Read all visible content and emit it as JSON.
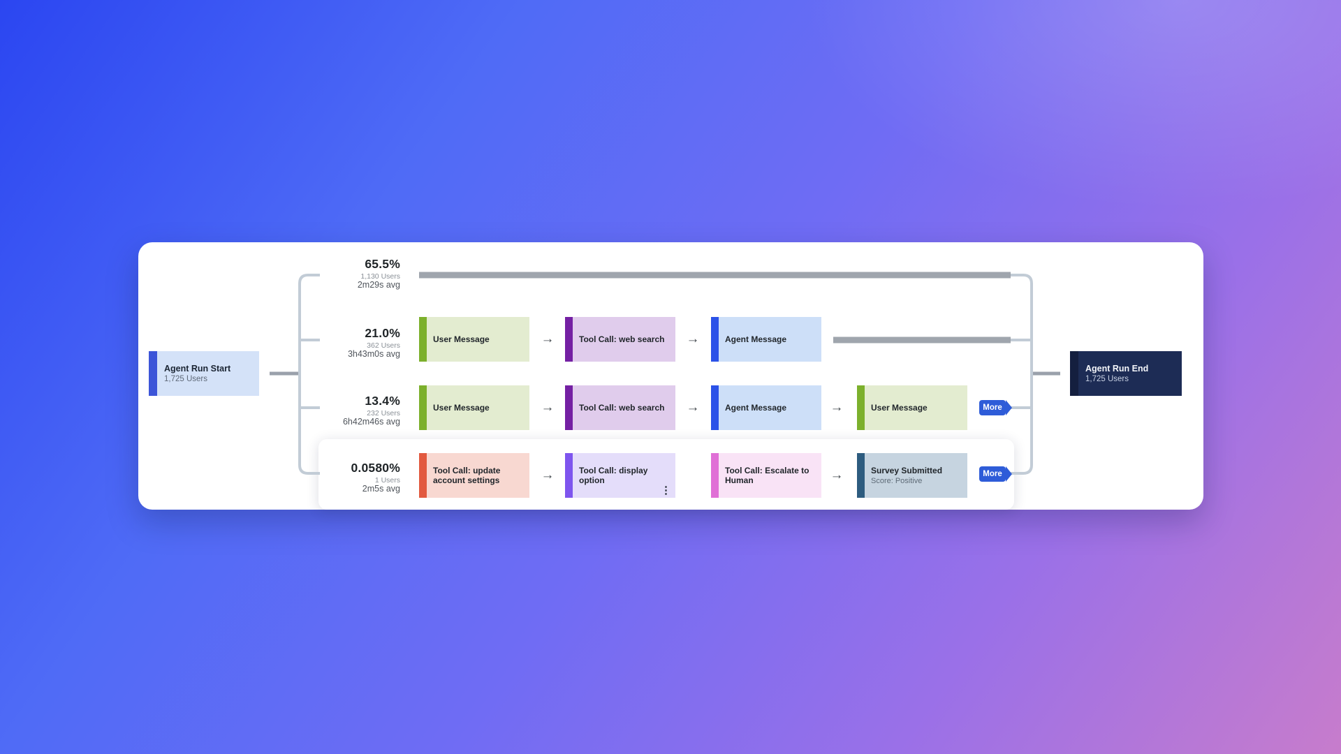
{
  "diagram": {
    "name": "agent-run-flow",
    "start_node": {
      "title": "Agent Run Start",
      "subtitle": "1,725 Users"
    },
    "end_node": {
      "title": "Agent Run End",
      "subtitle": "1,725 Users"
    },
    "more_label": "More",
    "arrow_glyph": "→",
    "overflow_menu_glyph": "⋮"
  },
  "rows": [
    {
      "percent": "65.5%",
      "users": "1,130 Users",
      "avg": "2m29s avg",
      "steps": []
    },
    {
      "percent": "21.0%",
      "users": "362 Users",
      "avg": "3h43m0s avg",
      "steps": [
        {
          "label": "User Message",
          "type": "user-message"
        },
        {
          "label": "Tool Call: web search",
          "type": "tool-call-web-search"
        },
        {
          "label": "Agent Message",
          "type": "agent-message"
        }
      ]
    },
    {
      "percent": "13.4%",
      "users": "232 Users",
      "avg": "6h42m46s avg",
      "has_more": true,
      "steps": [
        {
          "label": "User Message",
          "type": "user-message"
        },
        {
          "label": "Tool Call: web search",
          "type": "tool-call-web-search"
        },
        {
          "label": "Agent Message",
          "type": "agent-message"
        },
        {
          "label": "User Message",
          "type": "user-message"
        }
      ]
    },
    {
      "percent": "0.0580%",
      "users": "1 Users",
      "avg": "2m5s avg",
      "has_more": true,
      "steps": [
        {
          "label": "Tool Call: update account settings",
          "type": "tool-call-update-account-settings"
        },
        {
          "label": "Tool Call: display option",
          "type": "tool-call-display-option",
          "has_overflow_menu": true
        },
        {
          "label": "Tool Call: Escalate to Human",
          "type": "tool-call-escalate-to-human"
        },
        {
          "label": "Survey Submitted",
          "sublabel": "Score: Positive",
          "type": "survey-submitted"
        }
      ]
    }
  ],
  "palette": {
    "background_gradient": [
      "#2b46f1",
      "#4f6bf6",
      "#6f6cf4",
      "#9a70e8",
      "#c77ccc"
    ],
    "card_background": "#ffffff",
    "flow_bar": "#9fa5ad",
    "connector_light": "#c2ccd6",
    "connector_dark": "#9aa1ab",
    "arrow": "#43494e",
    "more_button": "#2e5cd8",
    "start_node_fill": "#d4e2f8",
    "start_node_accent": "#3c55d8",
    "end_node_fill": "#1d2c55",
    "end_node_accent": "#141f3f",
    "user_message_fill": "#e3ecd0",
    "user_message_accent": "#7cb02c",
    "tool_web_search_fill": "#e0ccec",
    "tool_web_search_accent": "#7420a3",
    "agent_message_fill": "#cddff8",
    "agent_message_accent": "#2b52e8",
    "tool_update_fill": "#f8d8d1",
    "tool_update_accent": "#e2593f",
    "tool_display_fill": "#e4ddfa",
    "tool_display_accent": "#7e55ee",
    "tool_escalate_fill": "#f9e3f6",
    "tool_escalate_accent": "#e06fd6",
    "survey_fill": "#c6d4e0",
    "survey_accent": "#2d5c7f"
  }
}
